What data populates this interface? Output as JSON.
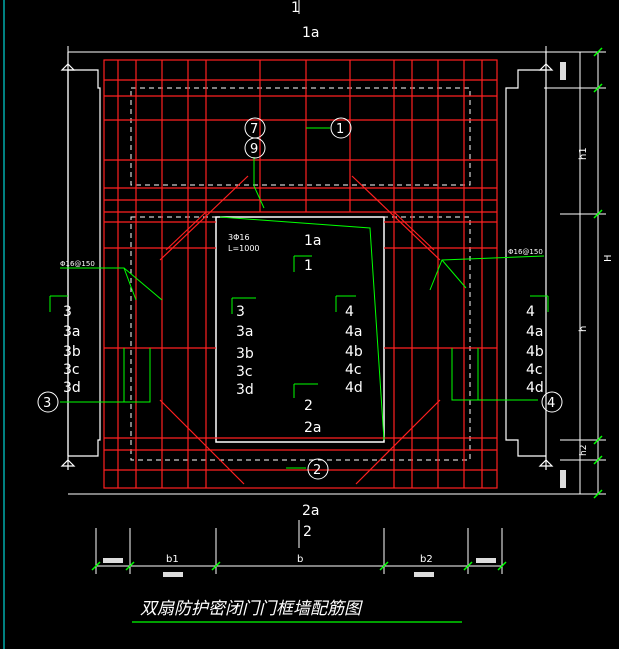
{
  "labels": {
    "top_axis_1": "1",
    "top_axis_1a": "1a",
    "center_1a": "1a",
    "center_1": "1",
    "bottom_2a": "2a",
    "bottom_2": "2",
    "inner_2": "2",
    "inner_2a": "2a",
    "left_group": [
      "3",
      "3a",
      "3b",
      "3c",
      "3d"
    ],
    "center_left_group": [
      "3",
      "3a",
      "3b",
      "3c",
      "3d"
    ],
    "center_right_group": [
      "4",
      "4a",
      "4b",
      "4c",
      "4d"
    ],
    "right_group": [
      "4",
      "4a",
      "4b",
      "4c",
      "4d"
    ]
  },
  "callouts": {
    "c1": "1",
    "c2": "2",
    "c3": "3",
    "c4": "4",
    "c7": "7",
    "c9": "9"
  },
  "rebar_notes": {
    "center_bar_size": "3Φ16",
    "center_bar_length": "L=1000",
    "left_spacing": "Φ16@150",
    "right_spacing": "Φ16@150"
  },
  "dimensions": {
    "b1": "b1",
    "b": "b",
    "b2": "b2",
    "h1": "h1",
    "h": "h",
    "h2": "h2",
    "H": "H"
  },
  "title": "双扇防护密闭门门框墙配筋图",
  "colors": {
    "background": "#000000",
    "rebar": "#ff2020",
    "leader": "#00ff00",
    "outline": "#ffffff",
    "dim_tick": "#00ff00",
    "axis": "#00ffff"
  }
}
